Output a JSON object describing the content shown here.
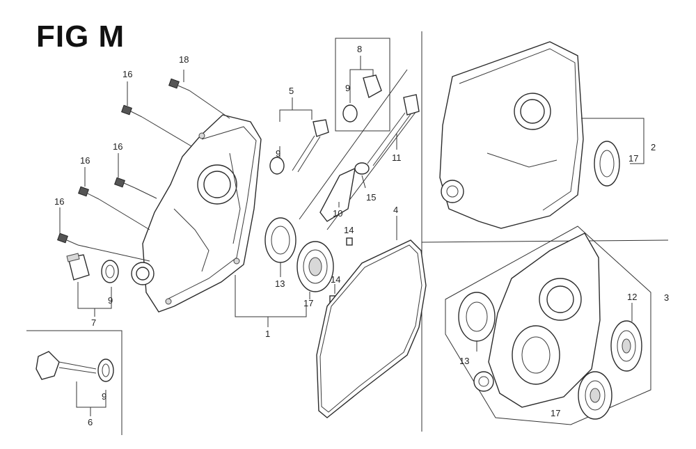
{
  "title": "FIG M",
  "callouts": {
    "c1": "1",
    "c2": "2",
    "c3": "3",
    "c4": "4",
    "c5": "5",
    "c6": "6",
    "c7": "7",
    "c8": "8",
    "c9a": "9",
    "c9b": "9",
    "c9c": "9",
    "c9d": "9",
    "c10": "10",
    "c11": "11",
    "c12": "12",
    "c13a": "13",
    "c13b": "13",
    "c14a": "14",
    "c14b": "14",
    "c15": "15",
    "c16a": "16",
    "c16b": "16",
    "c16c": "16",
    "c16d": "16",
    "c17a": "17",
    "c17b": "17",
    "c17c": "17",
    "c18": "18"
  }
}
